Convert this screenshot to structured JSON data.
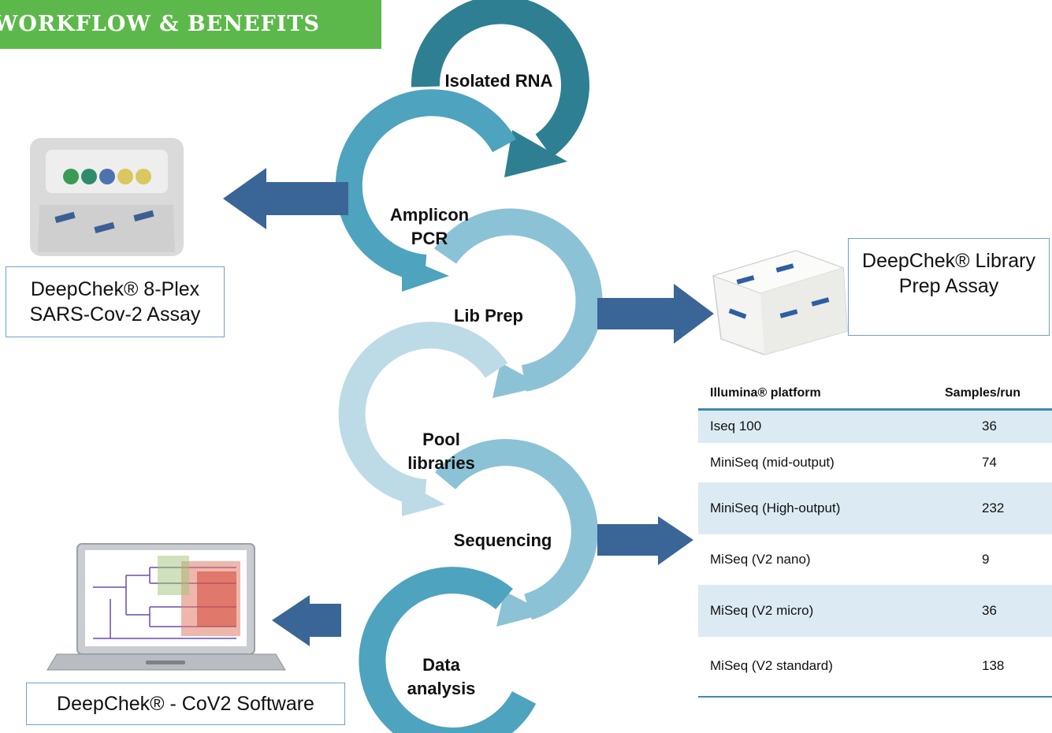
{
  "banner": {
    "title": "WORKFLOW & BENEFITS"
  },
  "steps": [
    {
      "label": "Isolated RNA"
    },
    {
      "label": "Amplicon\nPCR"
    },
    {
      "label": "Lib Prep"
    },
    {
      "label": "Pool\nlibraries"
    },
    {
      "label": "Sequencing"
    },
    {
      "label": "Data\nanalysis"
    }
  ],
  "products": {
    "assay_8plex": "DeepChek® 8-Plex SARS-Cov-2 Assay",
    "library_prep": "DeepChek® Library Prep Assay",
    "software": "DeepChek® - CoV2 Software"
  },
  "table": {
    "headers": [
      "Illumina® platform",
      "Samples/run"
    ],
    "rows": [
      {
        "platform": "Iseq 100",
        "samples": "36"
      },
      {
        "platform": "MiniSeq (mid-output)",
        "samples": "74"
      },
      {
        "platform": "MiniSeq (High-output)",
        "samples": "232"
      },
      {
        "platform": "MiSeq (V2 nano)",
        "samples": "9"
      },
      {
        "platform": "MiSeq (V2 micro)",
        "samples": "36"
      },
      {
        "platform": "MiSeq (V2 standard)",
        "samples": "138"
      }
    ]
  },
  "colors": {
    "banner": "#5cb84a",
    "arrow": "#3a6597",
    "step_dark": "#2f7f93",
    "step_mid": "#4ea3be",
    "step_light": "#8cc2d6",
    "step_pale": "#bcdbe7",
    "table_shade": "#dcebf3"
  }
}
